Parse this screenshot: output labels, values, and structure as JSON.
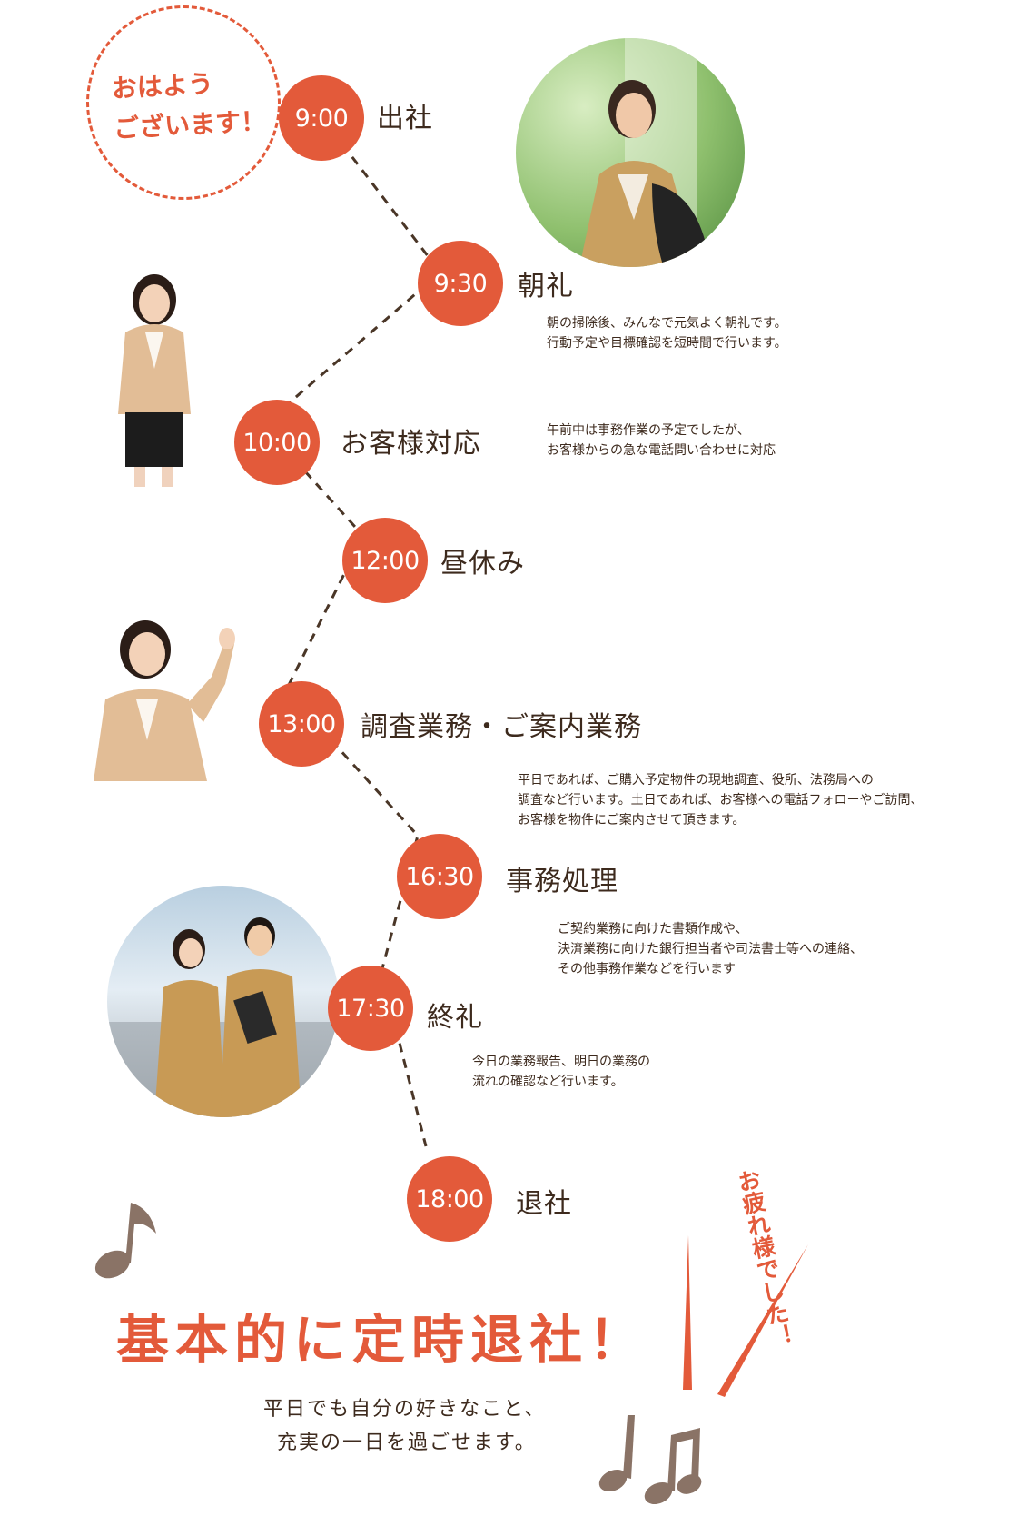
{
  "greeting": {
    "line1": "おはよう",
    "line2": "ございます！"
  },
  "schedule": [
    {
      "time": "9:00",
      "title": "出社",
      "desc": []
    },
    {
      "time": "9:30",
      "title": "朝礼",
      "desc": [
        "朝の掃除後、みんなで元気よく朝礼です。",
        "行動予定や目標確認を短時間で行います。"
      ]
    },
    {
      "time": "10:00",
      "title": "お客様対応",
      "desc": [
        "午前中は事務作業の予定でしたが、",
        "お客様からの急な電話問い合わせに対応"
      ]
    },
    {
      "time": "12:00",
      "title": "昼休み",
      "desc": []
    },
    {
      "time": "13:00",
      "title": "調査業務・ご案内業務",
      "desc": [
        "平日であれば、ご購入予定物件の現地調査、役所、法務局への",
        "調査など行います。土日であれば、お客様への電話フォローやご訪問、",
        "お客様を物件にご案内させて頂きます。"
      ]
    },
    {
      "time": "16:30",
      "title": "事務処理",
      "desc": [
        "ご契約業務に向けた書類作成や、",
        "決済業務に向けた銀行担当者や司法書士等への連絡、",
        "その他事務作業などを行います"
      ]
    },
    {
      "time": "17:30",
      "title": "終礼",
      "desc": [
        "今日の業務報告、明日の業務の",
        "流れの確認など行います。"
      ]
    },
    {
      "time": "18:00",
      "title": "退社",
      "desc": []
    }
  ],
  "closing": {
    "headline": "基本的に定時退社！",
    "sub1": "平日でも自分の好きなこと、",
    "sub2": "充実の一日を過ごせます。",
    "vertical": "お疲れ様でした！"
  },
  "colors": {
    "accent": "#e35a3a",
    "text": "#3d2a1d",
    "note": "#8a7366"
  },
  "icons": [
    "music-note-icon",
    "double-music-note-icon"
  ]
}
